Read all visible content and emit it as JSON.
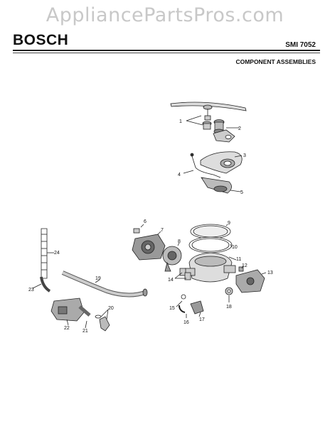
{
  "watermark": "AppliancePartsPros.com",
  "brand": "BOSCH",
  "model": "SMI 7052",
  "subtitle": "COMPONENT ASSEMBLIES",
  "callouts": [
    "1",
    "2",
    "3",
    "4",
    "5",
    "6",
    "7",
    "8",
    "9",
    "10",
    "11",
    "12",
    "13",
    "14",
    "15",
    "16",
    "17",
    "18",
    "19",
    "20",
    "21",
    "22",
    "23",
    "24"
  ]
}
